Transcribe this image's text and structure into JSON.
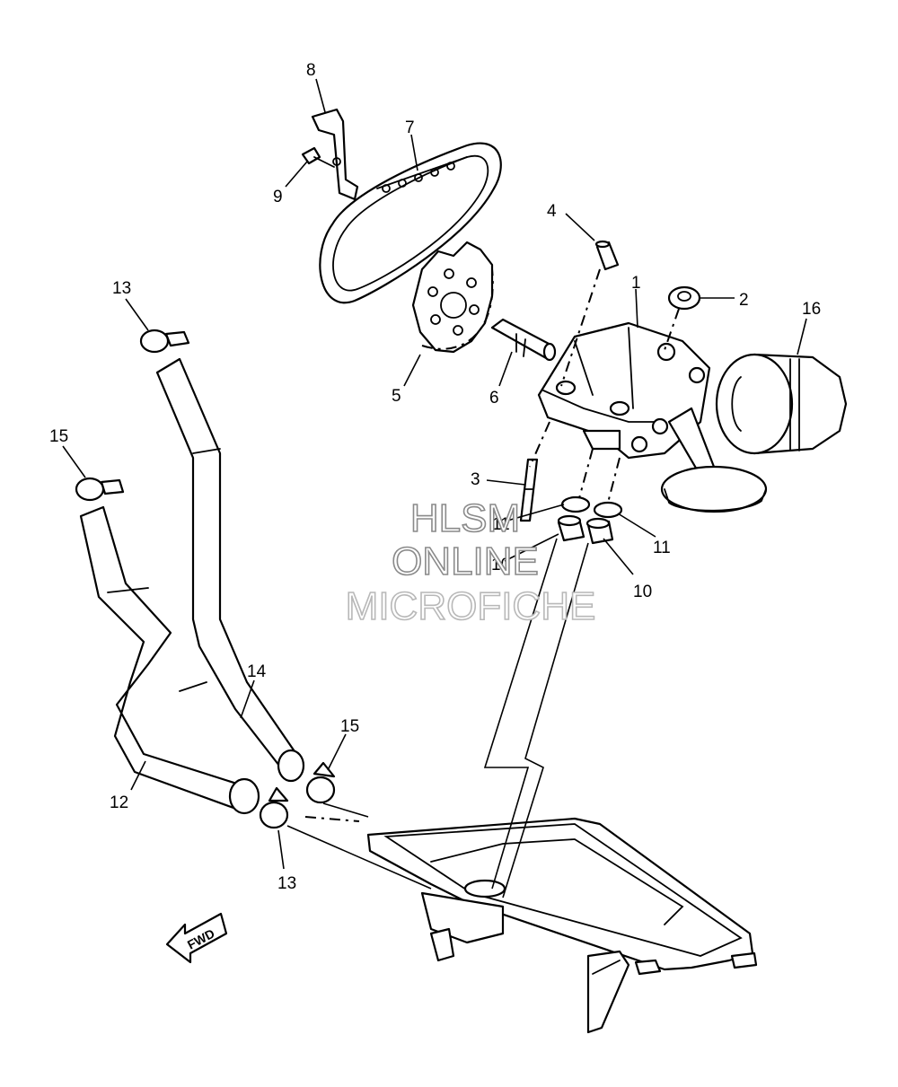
{
  "callouts": {
    "c1": "1",
    "c2": "2",
    "c3": "3",
    "c4": "4",
    "c5": "5",
    "c6": "6",
    "c7": "7",
    "c8": "8",
    "c9": "9",
    "c10a": "10",
    "c10b": "10",
    "c11a": "11",
    "c11b": "11",
    "c12": "12",
    "c13a": "13",
    "c13b": "13",
    "c14": "14",
    "c15a": "15",
    "c15b": "15",
    "c16": "16"
  },
  "watermark": {
    "line1": "HLSM",
    "line2": "ONLINE",
    "line3": "MICROFICHE"
  },
  "fwd_label": "FWD"
}
